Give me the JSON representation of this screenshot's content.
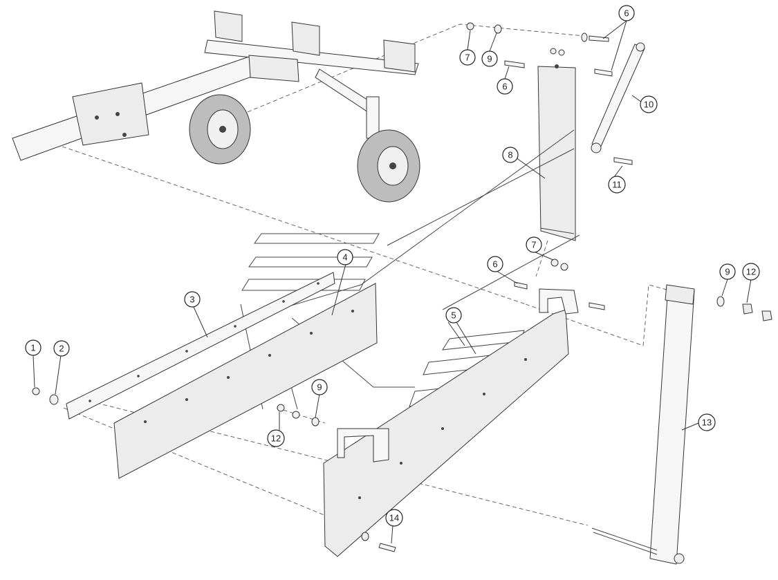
{
  "callouts": [
    {
      "id": "c6a",
      "label": "6"
    },
    {
      "id": "c7a",
      "label": "7"
    },
    {
      "id": "c9a",
      "label": "9"
    },
    {
      "id": "c6b",
      "label": "6"
    },
    {
      "id": "c10",
      "label": "10"
    },
    {
      "id": "c8",
      "label": "8"
    },
    {
      "id": "c11",
      "label": "11"
    },
    {
      "id": "c7b",
      "label": "7"
    },
    {
      "id": "c6c",
      "label": "6"
    },
    {
      "id": "c4",
      "label": "4"
    },
    {
      "id": "c3",
      "label": "3"
    },
    {
      "id": "c5",
      "label": "5"
    },
    {
      "id": "c9b",
      "label": "9"
    },
    {
      "id": "c12a",
      "label": "12"
    },
    {
      "id": "c1",
      "label": "1"
    },
    {
      "id": "c2",
      "label": "2"
    },
    {
      "id": "c9c",
      "label": "9"
    },
    {
      "id": "c12b",
      "label": "12"
    },
    {
      "id": "c13",
      "label": "13"
    },
    {
      "id": "c14",
      "label": "14"
    }
  ]
}
